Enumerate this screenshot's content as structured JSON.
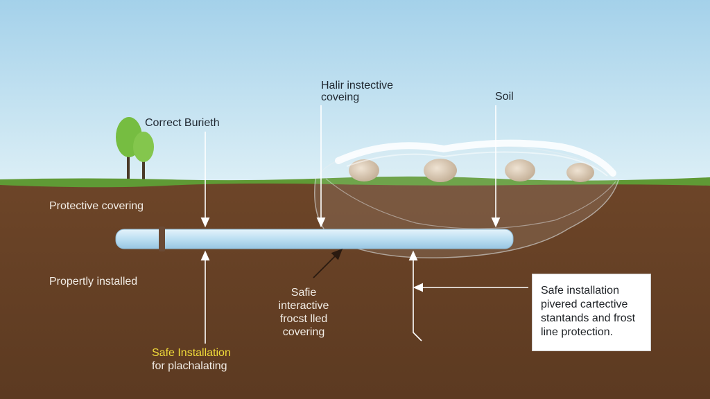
{
  "labels": {
    "correct_burieth": "Correct Burieth",
    "halir_line1": "Halir instective",
    "halir_line2": "coveing",
    "soil": "Soil",
    "protective_covering": "Protective covering",
    "propertly_installed": "Propertly installed",
    "safe_frost_line1": "Safie",
    "safe_frost_line2": "interactive",
    "safe_frost_line3": "frocst lled",
    "safe_frost_line4": "covering",
    "safe_install_line1": "Safe Installation",
    "safe_install_line2": "for plachalating"
  },
  "info_box": {
    "lines": [
      "Safe installation",
      "pivered cartective",
      "stantands and frost",
      "line protection."
    ]
  },
  "colors": {
    "sky_top": "#a7d3ea",
    "sky_bottom": "#d9eef6",
    "grass": "#5f9a35",
    "soil": "#6b4427",
    "soil_dark": "#5a3820",
    "pipe": "#bfe0f4",
    "tree": "#79c043",
    "highlight_text": "#f1dc3a"
  }
}
